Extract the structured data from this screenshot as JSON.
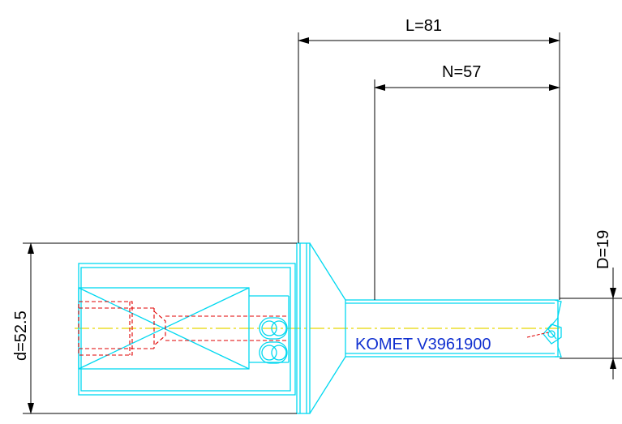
{
  "dimensions": {
    "overall_length": "L=81",
    "neck_length": "N=57",
    "diameter_small": "D=19",
    "diameter_large": "d=52.5"
  },
  "label": {
    "text": "KOMET V3961900"
  },
  "colors": {
    "outline": "#00d8f0",
    "hidden_line": "#e00000",
    "center_line": "#e8d800",
    "dimension_line": "#000000",
    "label_text": "#1030d0",
    "leader": "#e00000"
  }
}
